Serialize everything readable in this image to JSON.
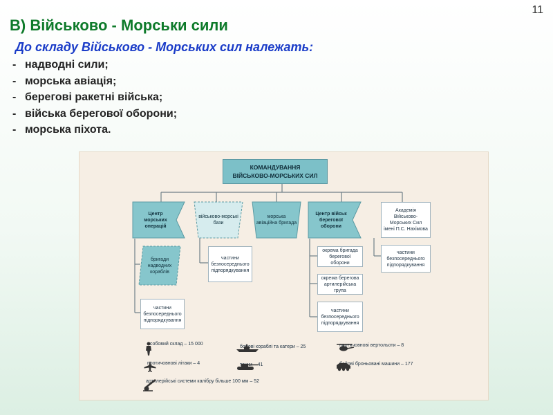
{
  "slide_number": "11",
  "title": "В) Військово - Морськи сили",
  "subtitle": "До складу Військово - Морських сил належать:",
  "bullets": [
    "надводні сили;",
    "морська авіація;",
    "берегові ракетні війська;",
    "війська берегової оборони;",
    "морська піхота."
  ],
  "bullet_dash": "-",
  "colors": {
    "title": "#0e7a2a",
    "subtitle": "#1a3cc8",
    "command_box": "#7cc0c8",
    "diagram_bg": "#f6eee4",
    "shape_fill": "#86c6cc"
  },
  "org_chart": {
    "command": [
      "КОМАНДУВАННЯ",
      "ВІЙСЬКОВО-МОРСЬКИХ СИЛ"
    ],
    "units": {
      "ops_center": [
        "Центр",
        "морських",
        "операцій"
      ],
      "naval_bases": [
        "військово-морські",
        "бази"
      ],
      "aviation_brigade": [
        "морська",
        "авіаційна бригада"
      ],
      "coastal_center": [
        "Центр військ",
        "берегової",
        "оборони"
      ],
      "academy": [
        "Академія Військово-",
        "Морських Сил",
        "імені П.С. Нахімова"
      ]
    },
    "sub_units": {
      "ship_brigades": [
        "бригади",
        "надводних",
        "кораблів"
      ],
      "ops_direct_units": [
        "частини",
        "безпосереднього",
        "підпорядкування"
      ],
      "bases_direct_units": [
        "частини",
        "безпосереднього",
        "підпорядкування"
      ],
      "coastal_brigade": [
        "окрема бригада",
        "берегової оборони"
      ],
      "artillery_group": [
        "окрема берегова",
        "артилерійська група"
      ],
      "coastal_direct_units": [
        "частини",
        "безпосереднього",
        "підпорядкування"
      ],
      "academy_direct_units": [
        "частини",
        "безпосереднього",
        "підпорядкування"
      ]
    }
  },
  "legend": [
    {
      "icon": "soldier-icon",
      "text": "особовий склад – 15 000"
    },
    {
      "icon": "warship-icon",
      "text": "бойові кораблі та катери – 25"
    },
    {
      "icon": "helicopter-icon",
      "text": "протичовнові  вертольоти – 8"
    },
    {
      "icon": "aircraft-icon",
      "text": "протичовнові літаки – 4"
    },
    {
      "icon": "tank-icon",
      "text": "танки – 41"
    },
    {
      "icon": "armored-vehicle-icon",
      "text": "бойові броньовані машини – 177"
    },
    {
      "icon": "artillery-icon",
      "text": "артилерійські системи калібру більше 100 мм – 52"
    }
  ]
}
